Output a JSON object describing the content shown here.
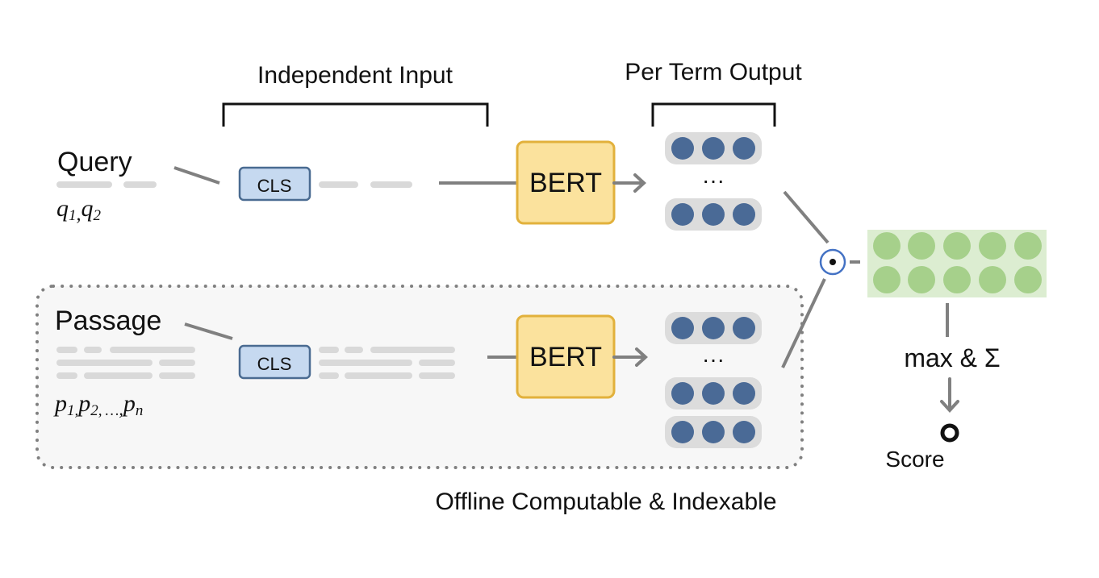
{
  "labels": {
    "independent_input": "Independent Input",
    "per_term_output": "Per Term Output",
    "query": "Query",
    "passage": "Passage",
    "offline": "Offline Computable & Indexable",
    "score": "Score",
    "max_sum": "max & Σ",
    "ellipsis": "···"
  },
  "query_tokens": {
    "q_letter": "q",
    "q1_sub": "1",
    "sep": ",",
    "q2_sub": "2"
  },
  "passage_tokens": {
    "p_letter": "p",
    "p1_sub": "1,",
    "p2_sub": "2,",
    "dots": "…",
    "sep": ",",
    "pn_sub": "n"
  },
  "query_encoder": {
    "cls": "CLS",
    "model": "BERT"
  },
  "passage_encoder": {
    "cls": "CLS",
    "model": "BERT"
  },
  "operators": {
    "dot_product": "⊙"
  },
  "colors": {
    "bert_fill": "#fbe29d",
    "bert_stroke": "#e2b13c",
    "cls_fill": "#c6d9f0",
    "cls_stroke": "#4a6b91",
    "term_dot": "#4a6a96",
    "term_bg": "#dcdcdc",
    "match_dot": "#a6d08b",
    "match_bg": "#dcedd1",
    "offline_box": "#f7f7f7",
    "dot_circle": "#4472c4",
    "line": "#808080",
    "token_bar": "#d9d9d9"
  }
}
